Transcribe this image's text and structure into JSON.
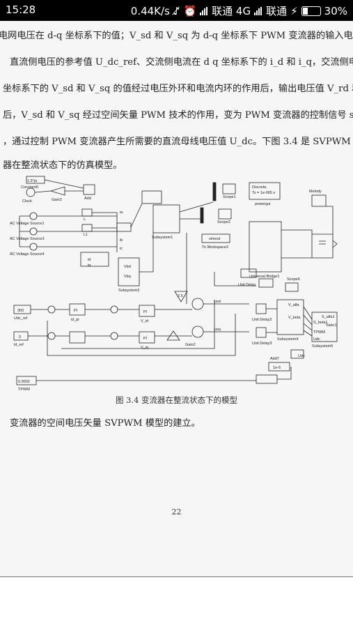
{
  "status_bar": {
    "time": "15:28",
    "speed": "0.44K/s",
    "carrier1": "联通 4G",
    "carrier2": "联通",
    "battery": "30%"
  },
  "document": {
    "lines": [
      "电网电压在 d-q 坐标系下的值；V_sd 和 V_sq 为 d-q 坐标系下 PWM 变流器的输入电压",
      "直流侧电压的参考值 U_dc_ref、交流侧电流在 d q 坐标系下的 i_d 和 i_q，交流侧电压",
      "坐标系下的 V_sd 和 V_sq 的值经过电压外环和电流内环的作用后，输出电压值 V_rd 和",
      "后，V_sd 和 V_sq 经过空间矢量 PWM 技术的作用，变为 PWM 变流器的控制信号 s_a、",
      "，通过控制 PWM 变流器产生所需要的直流母线电压值 U_dc。下图 3.4 是 SVPWM",
      "器在整流状态下的仿真模型。"
    ],
    "figure_labels": {
      "const_top": "1.5*pi",
      "clock": "Clock",
      "const0": "Constant0",
      "gain3": "Gain3",
      "add": "Add",
      "src1": "AC Voltage Source1",
      "src3": "AC Voltage Source3",
      "src4": "AC Voltage Source4",
      "subsys3": "Subsystem3",
      "subsys1": "Subsystem1",
      "discrete": "Discrete,",
      "ts": "Ts = 1e-005 s",
      "powergui": "powergui",
      "scope1": "Scope1",
      "scope3": "Scope3",
      "scope6": "Scope6",
      "simout": "simout",
      "to_ws": "To Workspace3",
      "melody": "Melody",
      "bridge": "Universal Bridge1",
      "unit_delay": "Unit Delay",
      "unit_delay2": "Unit Delay2",
      "unit_delay3": "Unit Delay3",
      "udc_ref_val": "300",
      "udc_ref": "Udc_ref",
      "pi1": "PI",
      "id_pi": "id_pi",
      "pi2": "PI",
      "v_id": "V_id",
      "pi3": "PI",
      "v_iq": "V_iq",
      "id_ref_val": "0",
      "id_ref": "id_ref",
      "gain2": "Gain2",
      "gain25": "2.5",
      "subsys4": "Subsystem4",
      "subsys5": "Subsystem5",
      "tpwm_val": "0.0002",
      "tpwm": "TPWM",
      "add7": "Add7",
      "k1e6": "1e-6",
      "vd_alpha": "V_alfa",
      "vd_beta": "V_beta",
      "udc": "Udc",
      "tpwm_in": "TPWM",
      "sabc": "Sabc1",
      "sa": "S_alfa1",
      "sb": "S_beta1",
      "l_lbl": "L",
      "l1_lbl": "L1",
      "ia": "ia",
      "ib": "ib",
      "ic": "ic",
      "usd": "usd",
      "usq": "usq",
      "vbd": "Vbd",
      "vbq": "Vbq",
      "udc_in": "Udc",
      "iq_lbl": "iq",
      "id_lbl": "id"
    },
    "caption": "图 3.4 变流器在整流状态下的模型",
    "after_text": "变流器的空间电压矢量 SVPWM 模型的建立。",
    "page_number": "22"
  }
}
